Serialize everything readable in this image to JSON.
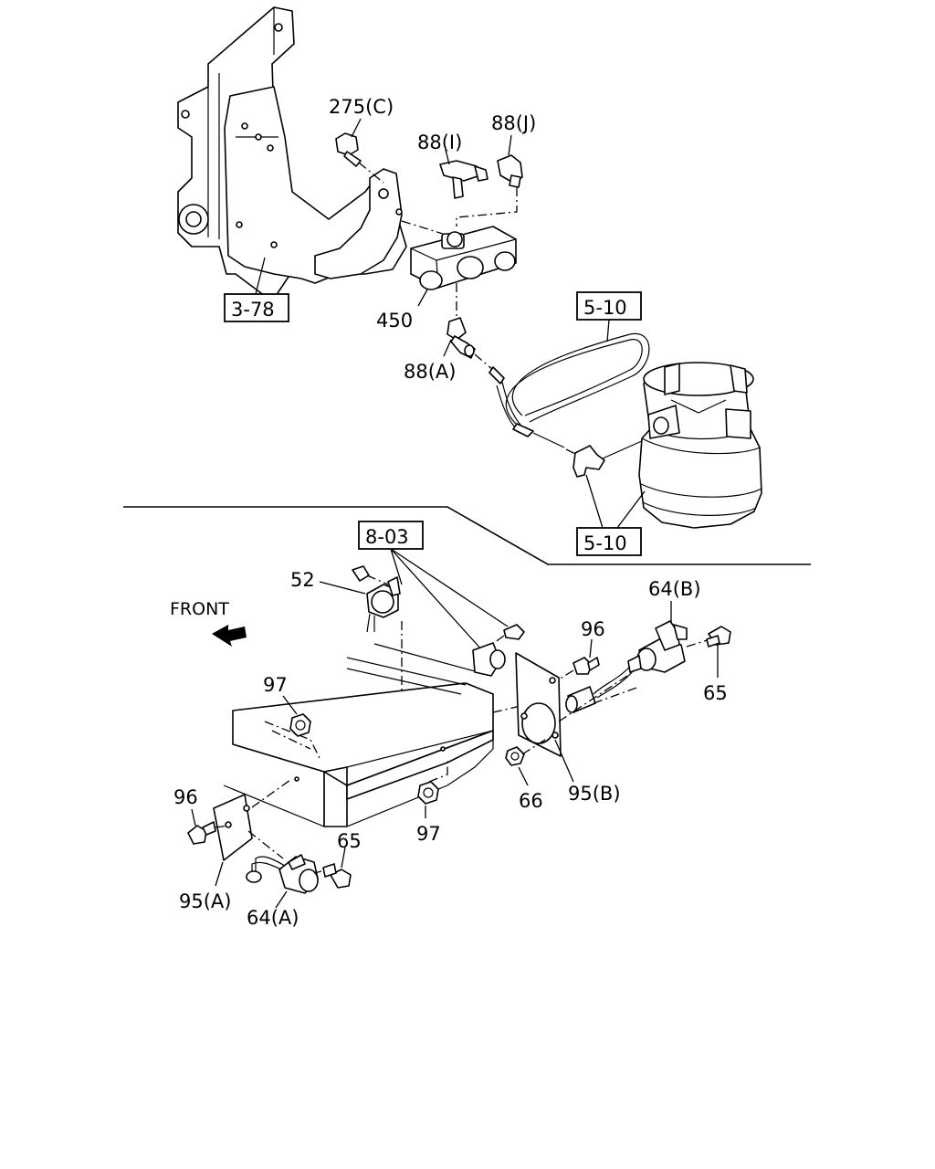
{
  "labels": {
    "bolt_275c": "275(C)",
    "tee_88i": "88(I)",
    "elbow_88j": "88(J)",
    "valve_450": "450",
    "elbow_88a": "88(A)",
    "switch_52": "52",
    "front": "FRONT",
    "sensor_64b": "64(B)",
    "bolt_96_right": "96",
    "bolt_65_right": "65",
    "nut_97_upper": "97",
    "nut_66": "66",
    "plate_95b": "95(B)",
    "bolt_96_left": "96",
    "nut_97_lower": "97",
    "bolt_65_left": "65",
    "plate_95a": "95(A)",
    "sensor_64a": "64(A)"
  },
  "refs": {
    "bracket_ref": "3-78",
    "hose_ref_top": "5-10",
    "hose_ref_bottom": "5-10",
    "frame_ref": "8-03"
  }
}
